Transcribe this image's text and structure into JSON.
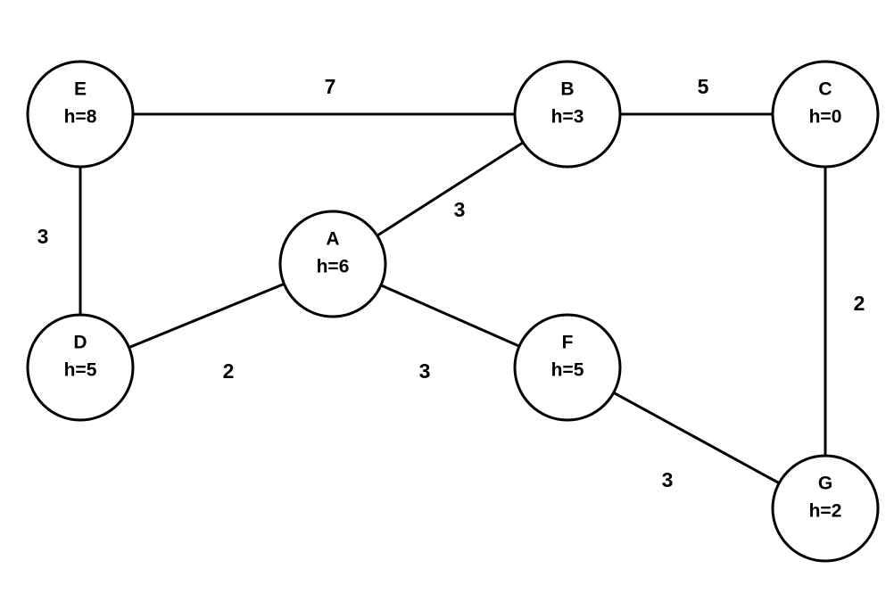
{
  "graph": {
    "nodes": [
      {
        "id": "E",
        "label": "E",
        "heuristic": "h=8"
      },
      {
        "id": "B",
        "label": "B",
        "heuristic": "h=3"
      },
      {
        "id": "C",
        "label": "C",
        "heuristic": "h=0"
      },
      {
        "id": "A",
        "label": "A",
        "heuristic": "h=6"
      },
      {
        "id": "D",
        "label": "D",
        "heuristic": "h=5"
      },
      {
        "id": "F",
        "label": "F",
        "heuristic": "h=5"
      },
      {
        "id": "G",
        "label": "G",
        "heuristic": "h=2"
      }
    ],
    "edges": [
      {
        "from": "E",
        "to": "B",
        "weight": "7"
      },
      {
        "from": "B",
        "to": "C",
        "weight": "5"
      },
      {
        "from": "E",
        "to": "D",
        "weight": "3"
      },
      {
        "from": "B",
        "to": "A",
        "weight": "3"
      },
      {
        "from": "A",
        "to": "D",
        "weight": "2"
      },
      {
        "from": "A",
        "to": "F",
        "weight": "3"
      },
      {
        "from": "C",
        "to": "G",
        "weight": "2"
      },
      {
        "from": "F",
        "to": "G",
        "weight": "3"
      }
    ]
  }
}
